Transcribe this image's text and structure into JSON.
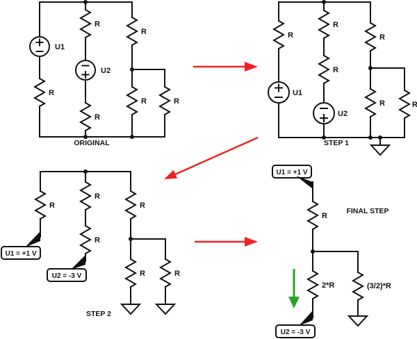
{
  "colors": {
    "wire": "#111111",
    "text": "#111111",
    "red": "#ee2222",
    "green": "#27a327",
    "background": "#ffffff"
  },
  "labels": {
    "resistor": "R"
  },
  "circuits": {
    "original": {
      "title": "ORIGINAL",
      "u1": "U1",
      "u2": "U2"
    },
    "step1": {
      "title": "STEP 1",
      "u1": "U1",
      "u2": "U2"
    },
    "step2": {
      "title": "STEP 2",
      "u1_callout": "U1 = +1 V",
      "u2_callout": "U2 = -3 V"
    },
    "final": {
      "title": "FINAL STEP",
      "u1_callout": "U1 = +1 V",
      "u2_callout": "U2 = -3 V",
      "r": "R",
      "r_double": "2*R",
      "r_three_half": "(3/2)*R"
    }
  }
}
